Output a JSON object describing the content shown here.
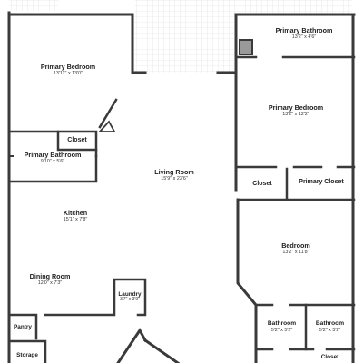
{
  "colors": {
    "wall": "#3a3a3a",
    "patio_pattern": "#d9d9d9",
    "background": "#ffffff"
  },
  "rooms": {
    "primary_bedroom_a": {
      "name": "Primary Bedroom",
      "dims": "13'11\" x 13'0\""
    },
    "closet_a": {
      "name": "Closet"
    },
    "primary_bathroom_a": {
      "name": "Primary Bathroom",
      "dims": "9'10\" x 5'6\""
    },
    "living_room": {
      "name": "Living Room",
      "dims": "15'9\" x 23'6\""
    },
    "kitchen": {
      "name": "Kitchen",
      "dims": "15'1\" x 7'8\""
    },
    "dining_room": {
      "name": "Dining Room",
      "dims": "12'0\" x 7'3\""
    },
    "laundry": {
      "name": "Laundry",
      "dims": "3'7\" x 3'9\""
    },
    "pantry": {
      "name": "Pantry"
    },
    "storage": {
      "name": "Storage"
    },
    "primary_bathroom_b": {
      "name": "Primary Bathroom",
      "dims": "13'2\" x 4'6\""
    },
    "primary_bedroom_b": {
      "name": "Primary Bedroom",
      "dims": "13'2\" x 12'2\""
    },
    "closet_b": {
      "name": "Closet"
    },
    "primary_closet": {
      "name": "Primary Closet"
    },
    "bedroom": {
      "name": "Bedroom",
      "dims": "13'2\" x 11'8\""
    },
    "bathroom_a": {
      "name": "Bathroom",
      "dims": "5'2\" x 5'2\""
    },
    "bathroom_b": {
      "name": "Bathroom",
      "dims": "5'2\" x 5'2\""
    },
    "closet_c": {
      "name": "Closet"
    }
  }
}
